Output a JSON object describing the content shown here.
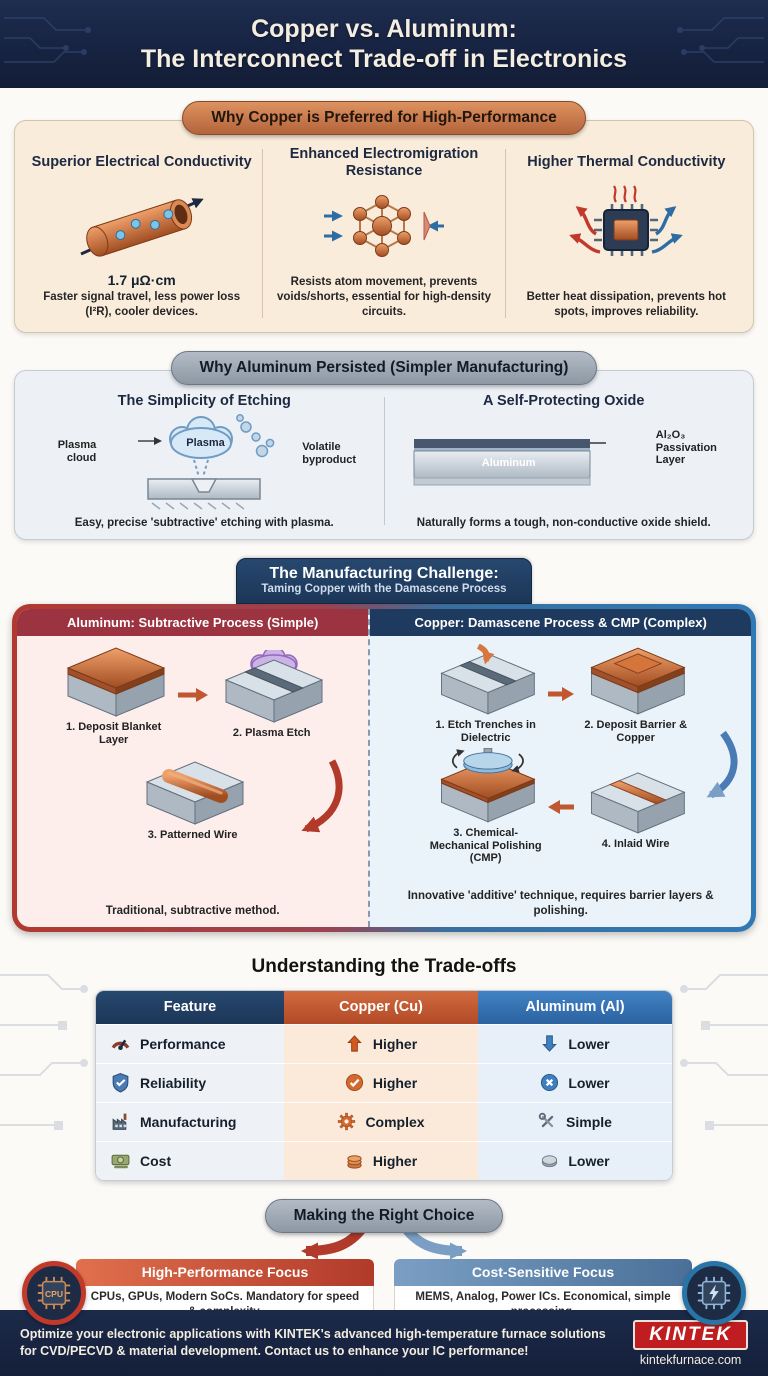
{
  "header": {
    "title_line1": "Copper vs. Aluminum:",
    "title_line2": "The Interconnect Trade-off in Electronics"
  },
  "copper_benefits": {
    "title": "Why Copper is Preferred for High-Performance",
    "cards": [
      {
        "title": "Superior Electrical Conductivity",
        "icon": "copper-pipe-icon",
        "value": "1.7 μΩ·cm",
        "desc": "Faster signal travel, less power loss (I²R), cooler devices."
      },
      {
        "title": "Enhanced Electromigration Resistance",
        "icon": "atom-lattice-icon",
        "desc": "Resists atom movement, prevents voids/shorts, essential for high-density circuits."
      },
      {
        "title": "Higher Thermal Conductivity",
        "icon": "hot-chip-icon",
        "desc": "Better heat dissipation, prevents hot spots, improves reliability."
      }
    ]
  },
  "aluminum_persistence": {
    "title": "Why Aluminum Persisted (Simpler Manufacturing)",
    "etching": {
      "title": "The Simplicity of Etching",
      "label_plasma_cloud": "Plasma cloud",
      "label_plasma": "Plasma",
      "label_volatile": "Volatile byproduct",
      "caption": "Easy, precise 'subtractive' etching with plasma."
    },
    "oxide": {
      "title": "A Self-Protecting Oxide",
      "label_oxide": "Al₂O₃ Passivation Layer",
      "label_aluminum": "Aluminum",
      "caption": "Naturally forms a tough, non-conductive oxide shield."
    }
  },
  "manufacturing": {
    "title_line1": "The Manufacturing Challenge:",
    "title_line2": "Taming Copper with the Damascene Process",
    "aluminum_panel": {
      "header": "Aluminum: Subtractive Process (Simple)",
      "steps": [
        "1. Deposit Blanket Layer",
        "2. Plasma Etch",
        "3. Patterned Wire"
      ],
      "caption": "Traditional, subtractive method."
    },
    "copper_panel": {
      "header": "Copper: Damascene Process & CMP (Complex)",
      "steps": [
        "1. Etch Trenches in Dielectric",
        "2. Deposit Barrier & Copper",
        "3. Chemical-Mechanical Polishing (CMP)",
        "4. Inlaid Wire"
      ],
      "caption": "Innovative 'additive' technique, requires barrier layers & polishing."
    }
  },
  "tradeoffs": {
    "title": "Understanding the Trade-offs",
    "headers": [
      "Feature",
      "Copper (Cu)",
      "Aluminum (Al)"
    ],
    "rows": [
      {
        "feature": "Performance",
        "feature_icon": "gauge-icon",
        "copper": "Higher",
        "copper_icon": "arrow-up-icon",
        "aluminum": "Lower",
        "aluminum_icon": "arrow-down-icon"
      },
      {
        "feature": "Reliability",
        "feature_icon": "shield-icon",
        "copper": "Higher",
        "copper_icon": "check-circle-icon",
        "aluminum": "Lower",
        "aluminum_icon": "x-circle-icon"
      },
      {
        "feature": "Manufacturing",
        "feature_icon": "factory-icon",
        "copper": "Complex",
        "copper_icon": "gear-icon",
        "aluminum": "Simple",
        "aluminum_icon": "tools-icon"
      },
      {
        "feature": "Cost",
        "feature_icon": "money-icon",
        "copper": "Higher",
        "copper_icon": "coins-stack-icon",
        "aluminum": "Lower",
        "aluminum_icon": "coin-icon"
      }
    ]
  },
  "choice": {
    "title": "Making the Right Choice",
    "high_performance": {
      "title": "High-Performance Focus",
      "desc": "CPUs, GPUs, Modern SoCs. Mandatory for speed & complexity.",
      "chip_label": "CPU",
      "icon": "cpu-chip-icon"
    },
    "cost_sensitive": {
      "title": "Cost-Sensitive Focus",
      "desc": "MEMS, Analog, Power ICs. Economical, simple processing.",
      "icon": "bolt-chip-icon"
    }
  },
  "footer": {
    "message": "Optimize your electronic applications with KINTEK's advanced high-temperature furnace solutions for CVD/PECVD & material development. Contact us to enhance your IC performance!",
    "brand": "KINTEK",
    "website": "kintekfurnace.com"
  },
  "colors": {
    "navy": "#1c3657",
    "copper": "#b4633a",
    "red": "#b13a2a",
    "blue": "#2b62a0",
    "peach_panel": "#faecdb",
    "bluegray_panel": "#edf1f6",
    "brand_red": "#c01d20"
  }
}
